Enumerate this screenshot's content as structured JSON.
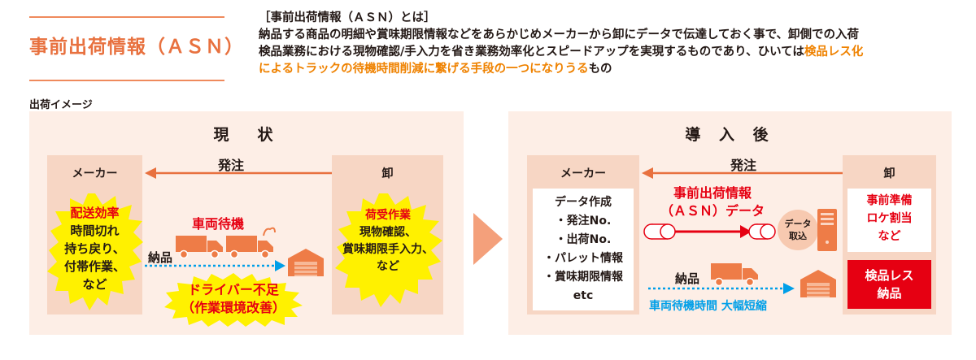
{
  "header": {
    "title": "事前出荷情報（ＡＳＮ）",
    "desc_heading": "［事前出荷情報（ＡＳＮ）とは］",
    "desc_line1": "納品する商品の明細や賞味期限情報などをあらかじめメーカーから卸にデータで伝達しておく事で、卸側での入荷",
    "desc_line2_a": "検品業務における現物確認/手入力を省き業務効率化とスピードアップを実現するものであり、ひいては",
    "desc_line2_hl": "検品レス化",
    "desc_line3_hl": "によるトラックの待機時間削減に繋げる手段の一つになりうる",
    "desc_line3_b": "もの"
  },
  "section_label": "出荷イメージ",
  "current": {
    "title": "現　状",
    "maker_label": "メーカー",
    "wholesaler_label": "卸",
    "order_label": "発注",
    "maker_burst_red": "配送効率",
    "maker_burst_lines": [
      "時間切れ",
      "持ち戻り、",
      "付帯作業、",
      "など"
    ],
    "wait_label": "車両待機",
    "delivery_label": "納品",
    "driver_line1": "ドライバー不足",
    "driver_line2": "（作業環境改善）",
    "wh_burst_red": "荷受作業",
    "wh_burst_lines": [
      "現物確認、",
      "賞味期限手入力、",
      "など"
    ]
  },
  "after": {
    "title": "導 入 後",
    "maker_label": "メーカー",
    "wholesaler_label": "卸",
    "order_label": "発注",
    "data_items": [
      "データ作成",
      "・発注No.",
      "・出荷No.",
      "・パレット情報",
      "・賞味期限情報",
      "etc"
    ],
    "asn_line1": "事前出荷情報",
    "asn_line2": "（ＡＳＮ）データ",
    "data_import_line1": "データ",
    "data_import_line2": "取込",
    "delivery_label": "納品",
    "shorten_label": "車両待機時間 大幅短縮",
    "wh_items": [
      "事前準備",
      "ロケ割当",
      "など"
    ],
    "inspection_line1": "検品レス",
    "inspection_line2": "納品"
  },
  "colors": {
    "accent": "#e8713f",
    "red": "#e60012",
    "blue": "#009fe8",
    "panel": "#fdeee6",
    "box": "#f7d6c4",
    "burst": "#fff100"
  }
}
